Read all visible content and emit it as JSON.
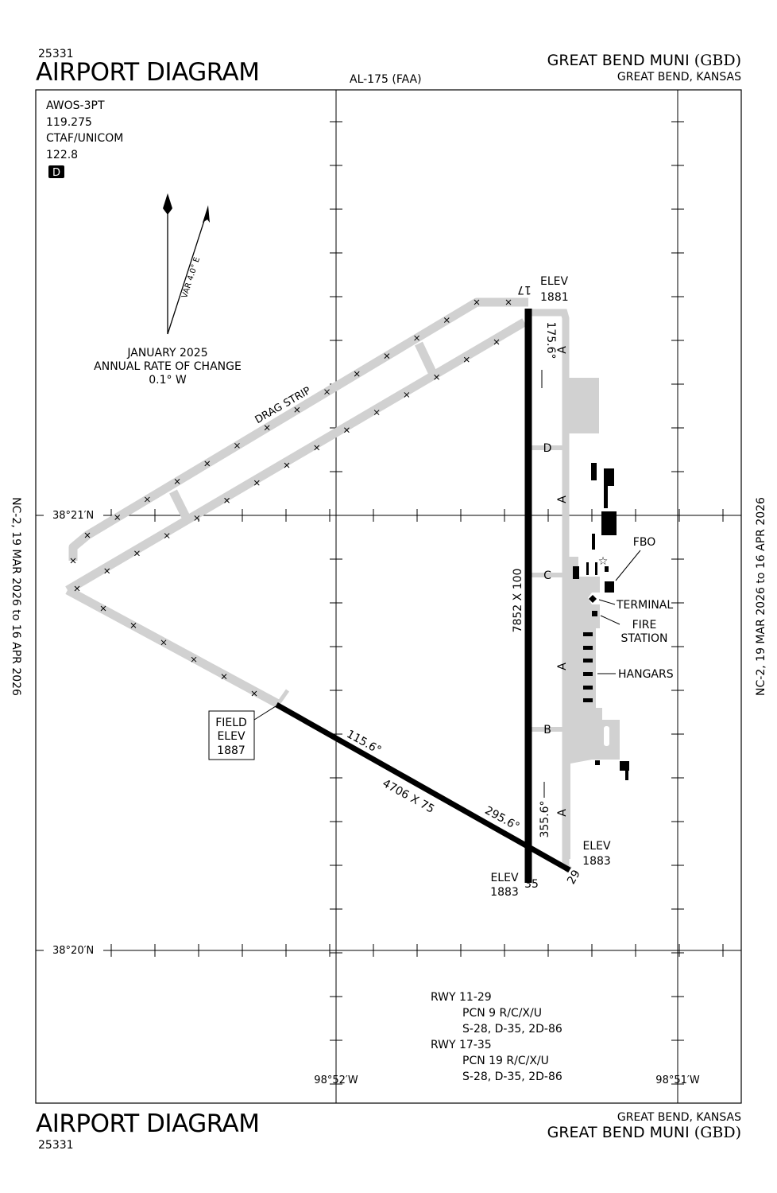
{
  "header": {
    "chart_number": "25331",
    "title": "AIRPORT DIAGRAM",
    "al_number": "AL-175 (FAA)",
    "airport_name": "GREAT BEND MUNI",
    "airport_id": "(GBD)",
    "location": "GREAT BEND, KANSAS"
  },
  "footer": {
    "chart_number": "25331",
    "title": "AIRPORT DIAGRAM",
    "airport_name": "GREAT BEND MUNI",
    "airport_id": "(GBD)",
    "location": "GREAT BEND, KANSAS"
  },
  "side_margin": {
    "left": "NC-2,  19 MAR 2026  to  16 APR 2026",
    "right": "NC-2,  19 MAR 2026  to  16 APR 2026"
  },
  "frequencies": [
    "AWOS-3PT",
    "119.275",
    "CTAF/UNICOM",
    "122.8"
  ],
  "dsymbol": "D",
  "magnetic": {
    "variation": "VAR 4.0° E",
    "date": "JANUARY 2025",
    "rate_label": "ANNUAL RATE OF CHANGE",
    "rate": "0.1° W"
  },
  "grid": {
    "lat_north": "38°21′N",
    "lat_south": "38°20′N",
    "lon_west": "98°52′W",
    "lon_east": "98°51′W"
  },
  "runways": {
    "rwy17_35": {
      "end_north": "17",
      "end_south": "35",
      "heading_south": "175.6°",
      "heading_north": "355.6°",
      "dimensions": "7852 X 100",
      "elev_north_label": "ELEV",
      "elev_north": "1881",
      "elev_south_label": "ELEV",
      "elev_south": "1883"
    },
    "rwy11_29": {
      "end_east": "29",
      "heading_east": "115.6°",
      "heading_west": "295.6°",
      "dimensions": "4706 X 75",
      "elev_east_label": "ELEV",
      "elev_east": "1883"
    }
  },
  "field_elev": [
    "FIELD",
    "ELEV",
    "1887"
  ],
  "taxiways": {
    "a1": "A",
    "a2": "A",
    "a3": "A",
    "a4": "A",
    "b": "B",
    "c": "C",
    "d": "D"
  },
  "labels": {
    "drag_strip": "DRAG STRIP",
    "fbo": "FBO",
    "terminal": "TERMINAL",
    "fire_station_1": "FIRE",
    "fire_station_2": "STATION",
    "hangars": "HANGARS"
  },
  "pcn": [
    {
      "rwy": "RWY 11-29",
      "pcn": "PCN 9 R/C/X/U",
      "weights": "S-28, D-35, 2D-86"
    },
    {
      "rwy": "RWY 17-35",
      "pcn": "PCN 19 R/C/X/U",
      "weights": "S-28, D-35, 2D-86"
    }
  ],
  "colors": {
    "pavement": "#d1d1d1",
    "runway": "#000000"
  }
}
